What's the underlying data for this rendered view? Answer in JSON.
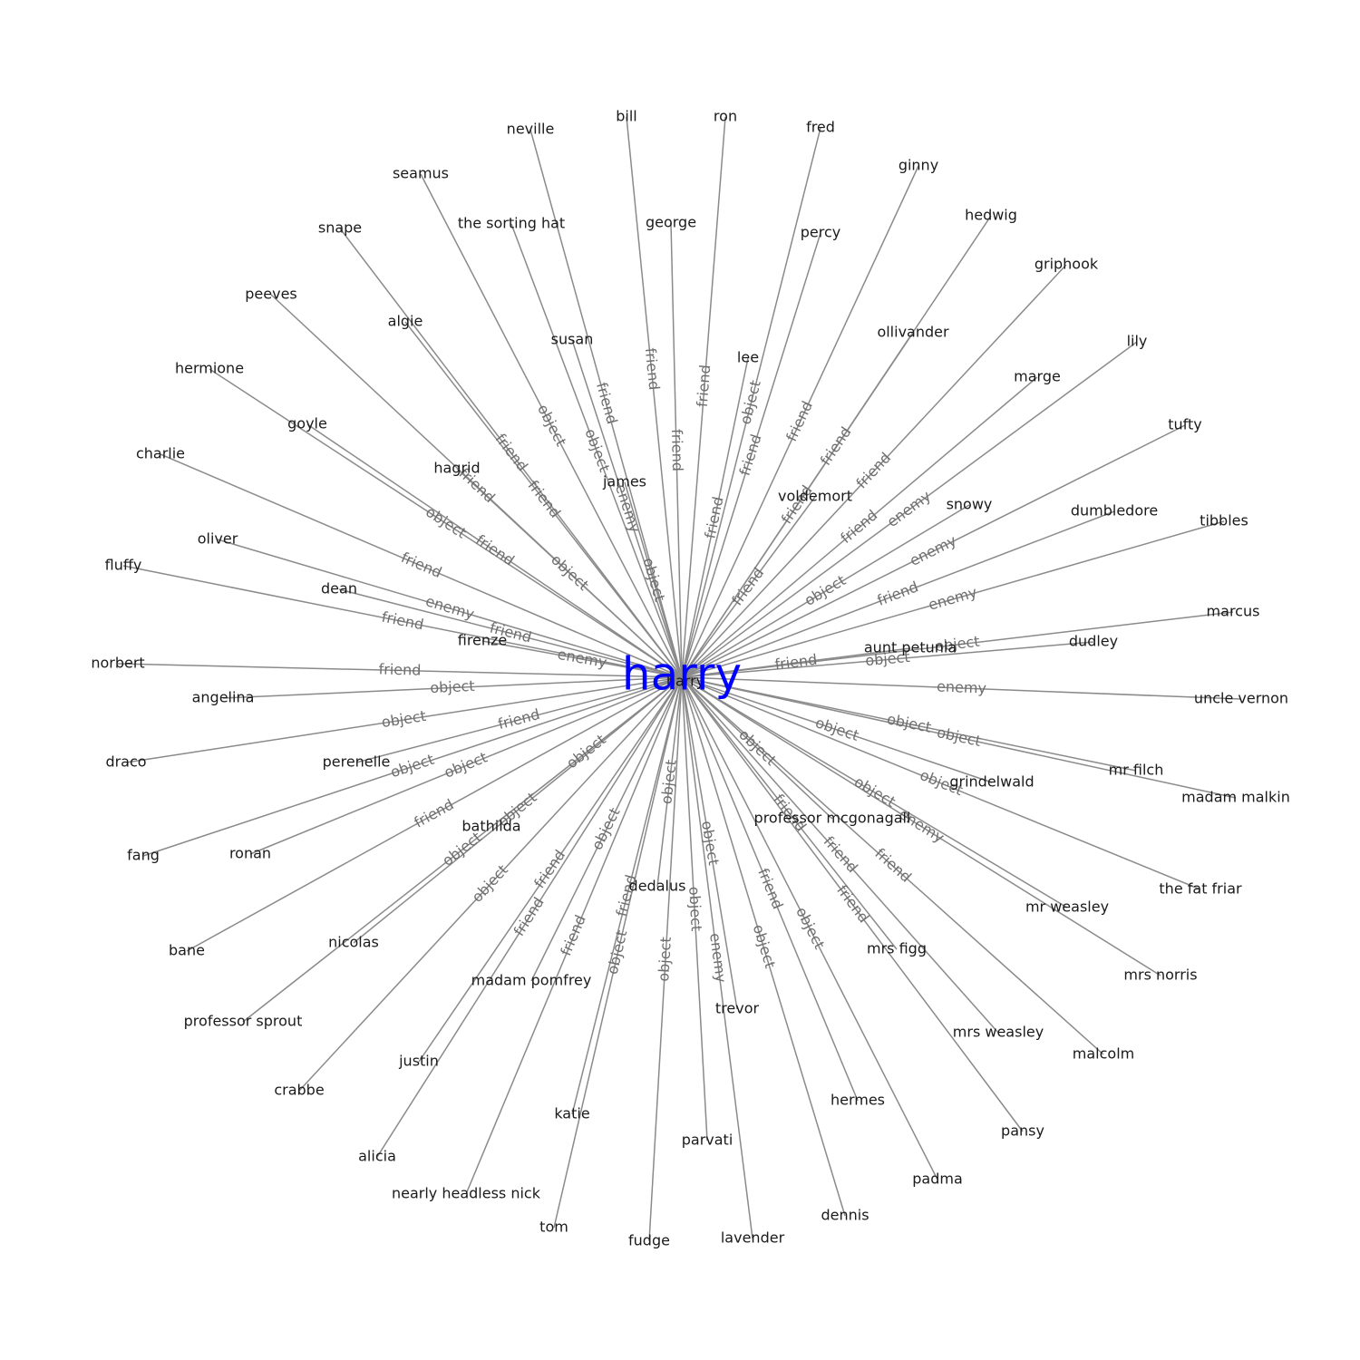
{
  "center": {
    "label": "harry",
    "small_label": "harry",
    "color": "#0000ff"
  },
  "colors": {
    "edge": "#8a8a8a",
    "edge_label": "#6e6e6e",
    "node_label": "#1a1a1a"
  },
  "edges": [
    {
      "node": "bill",
      "relation": "friend"
    },
    {
      "node": "ron",
      "relation": "friend"
    },
    {
      "node": "neville",
      "relation": "friend"
    },
    {
      "node": "fred",
      "relation": "object"
    },
    {
      "node": "ginny",
      "relation": "friend"
    },
    {
      "node": "seamus",
      "relation": "object"
    },
    {
      "node": "the sorting hat",
      "relation": "object"
    },
    {
      "node": "george",
      "relation": "friend"
    },
    {
      "node": "percy",
      "relation": "friend"
    },
    {
      "node": "hedwig",
      "relation": "friend"
    },
    {
      "node": "snape",
      "relation": "friend"
    },
    {
      "node": "griphook",
      "relation": "friend"
    },
    {
      "node": "peeves",
      "relation": "friend"
    },
    {
      "node": "algie",
      "relation": "friend"
    },
    {
      "node": "susan",
      "relation": "enemy"
    },
    {
      "node": "ollivander",
      "relation": "friend"
    },
    {
      "node": "lee",
      "relation": "friend"
    },
    {
      "node": "lily",
      "relation": "enemy"
    },
    {
      "node": "marge",
      "relation": "friend"
    },
    {
      "node": "hermione",
      "relation": "object"
    },
    {
      "node": "goyle",
      "relation": "friend"
    },
    {
      "node": "hagrid",
      "relation": "object"
    },
    {
      "node": "james",
      "relation": "object"
    },
    {
      "node": "voldemort",
      "relation": "friend"
    },
    {
      "node": "tufty",
      "relation": "enemy"
    },
    {
      "node": "charlie",
      "relation": "friend"
    },
    {
      "node": "snowy",
      "relation": "object"
    },
    {
      "node": "dumbledore",
      "relation": "friend"
    },
    {
      "node": "tibbles",
      "relation": "enemy"
    },
    {
      "node": "oliver",
      "relation": "enemy"
    },
    {
      "node": "fluffy",
      "relation": "friend"
    },
    {
      "node": "dean",
      "relation": "friend"
    },
    {
      "node": "marcus",
      "relation": "object"
    },
    {
      "node": "firenze",
      "relation": "enemy"
    },
    {
      "node": "aunt petunia",
      "relation": "friend"
    },
    {
      "node": "dudley",
      "relation": "object"
    },
    {
      "node": "norbert",
      "relation": "friend"
    },
    {
      "node": "angelina",
      "relation": "object"
    },
    {
      "node": "uncle vernon",
      "relation": "enemy"
    },
    {
      "node": "draco",
      "relation": "object"
    },
    {
      "node": "perenelle",
      "relation": "friend"
    },
    {
      "node": "mr filch",
      "relation": "object"
    },
    {
      "node": "madam malkin",
      "relation": "object"
    },
    {
      "node": "grindelwald",
      "relation": "object"
    },
    {
      "node": "fang",
      "relation": "object"
    },
    {
      "node": "ronan",
      "relation": "object"
    },
    {
      "node": "professor mcgonagall",
      "relation": "object"
    },
    {
      "node": "the fat friar",
      "relation": "object"
    },
    {
      "node": "bathilda",
      "relation": "object"
    },
    {
      "node": "bane",
      "relation": "friend"
    },
    {
      "node": "mr weasley",
      "relation": "object"
    },
    {
      "node": "nicolas",
      "relation": "object"
    },
    {
      "node": "dedalus",
      "relation": "object"
    },
    {
      "node": "mrs norris",
      "relation": "enemy"
    },
    {
      "node": "mrs figg",
      "relation": "friend"
    },
    {
      "node": "professor sprout",
      "relation": "object"
    },
    {
      "node": "madam pomfrey",
      "relation": "object"
    },
    {
      "node": "trevor",
      "relation": "object"
    },
    {
      "node": "justin",
      "relation": "friend"
    },
    {
      "node": "mrs weasley",
      "relation": "friend"
    },
    {
      "node": "malcolm",
      "relation": "friend"
    },
    {
      "node": "crabbe",
      "relation": "object"
    },
    {
      "node": "katie",
      "relation": "friend"
    },
    {
      "node": "hermes",
      "relation": "friend"
    },
    {
      "node": "pansy",
      "relation": "friend"
    },
    {
      "node": "parvati",
      "relation": "object"
    },
    {
      "node": "alicia",
      "relation": "friend"
    },
    {
      "node": "padma",
      "relation": "object"
    },
    {
      "node": "nearly headless nick",
      "relation": "friend"
    },
    {
      "node": "dennis",
      "relation": "object"
    },
    {
      "node": "tom",
      "relation": "object"
    },
    {
      "node": "fudge",
      "relation": "object"
    },
    {
      "node": "lavender",
      "relation": "enemy"
    }
  ]
}
